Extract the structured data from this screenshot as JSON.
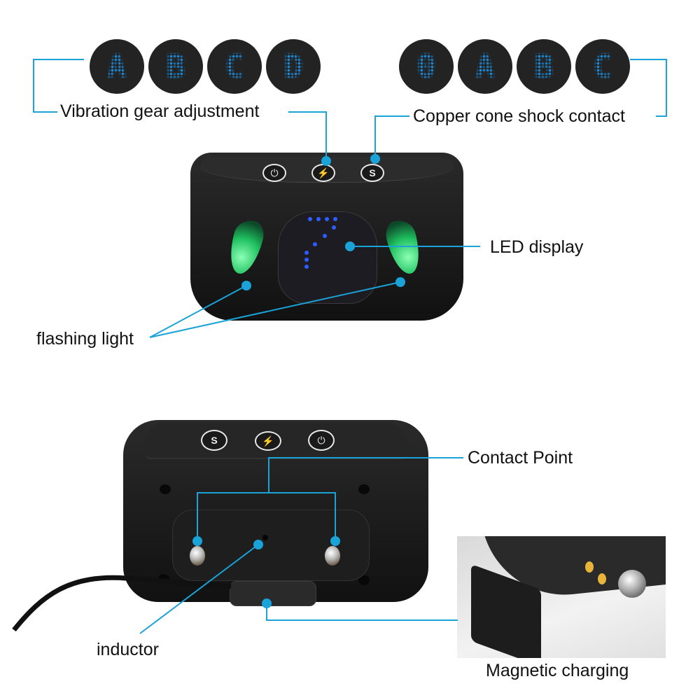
{
  "top_left_badges": {
    "chars": [
      "A",
      "B",
      "C",
      "D"
    ]
  },
  "top_right_badges": {
    "chars": [
      "0",
      "A",
      "B",
      "C"
    ]
  },
  "labels": {
    "vibration": "Vibration gear adjustment",
    "copper": "Copper cone shock contact",
    "led": "LED display",
    "flashing": "flashing light",
    "contact": "Contact Point",
    "inductor": "inductor",
    "magnetic": "Magnetic charging"
  },
  "front_buttons": [
    {
      "icon": "power-icon",
      "glyph": "⏻"
    },
    {
      "icon": "lightning-icon",
      "glyph": "⚡"
    },
    {
      "icon": "s-mode-icon",
      "glyph": "S"
    }
  ],
  "back_buttons": [
    {
      "icon": "s-mode-icon",
      "glyph": "S"
    },
    {
      "icon": "lightning-icon",
      "glyph": "⚡"
    },
    {
      "icon": "power-icon",
      "glyph": "⏻"
    }
  ],
  "colors": {
    "accent": "#1aa3d8",
    "led_blue": "#1e9fe6",
    "flash_green": "#2ee07a",
    "device": "#1a1a1a"
  }
}
